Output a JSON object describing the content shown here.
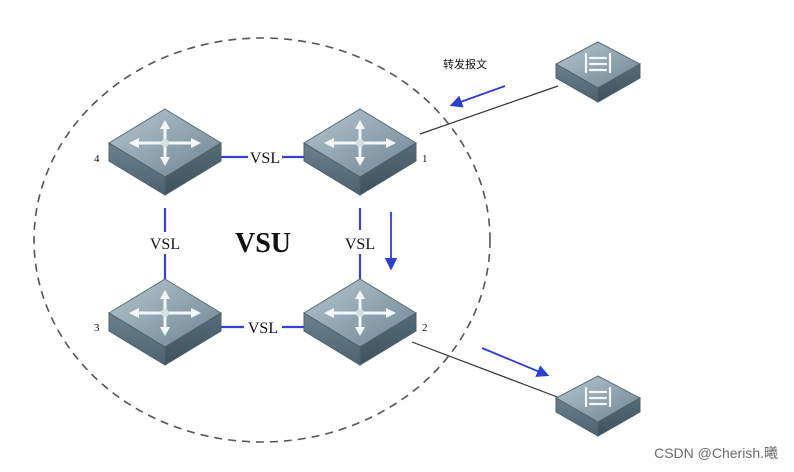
{
  "diagram": {
    "title": "VSU",
    "forward_label": "转发报文",
    "link_label": "VSL",
    "links": [
      {
        "from": "4",
        "to": "1",
        "label": "VSL"
      },
      {
        "from": "4",
        "to": "3",
        "label": "VSL"
      },
      {
        "from": "1",
        "to": "2",
        "label": "VSL"
      },
      {
        "from": "3",
        "to": "2",
        "label": "VSL"
      }
    ],
    "switches": [
      {
        "id": "1",
        "label": "1"
      },
      {
        "id": "2",
        "label": "2"
      },
      {
        "id": "3",
        "label": "3"
      },
      {
        "id": "4",
        "label": "4"
      }
    ],
    "access_devices": [
      "upstream-switch",
      "downstream-switch"
    ],
    "colors": {
      "vsl_link": "#3b3fd6",
      "flow_arrow": "#2d3fd0",
      "device_top": "#8fa2ad",
      "device_side": "#5f7581",
      "boundary": "#555555"
    },
    "icons": [
      "router-icon",
      "switch-icon",
      "arrow-icon"
    ]
  },
  "watermark": "CSDN @Cherish.曦"
}
